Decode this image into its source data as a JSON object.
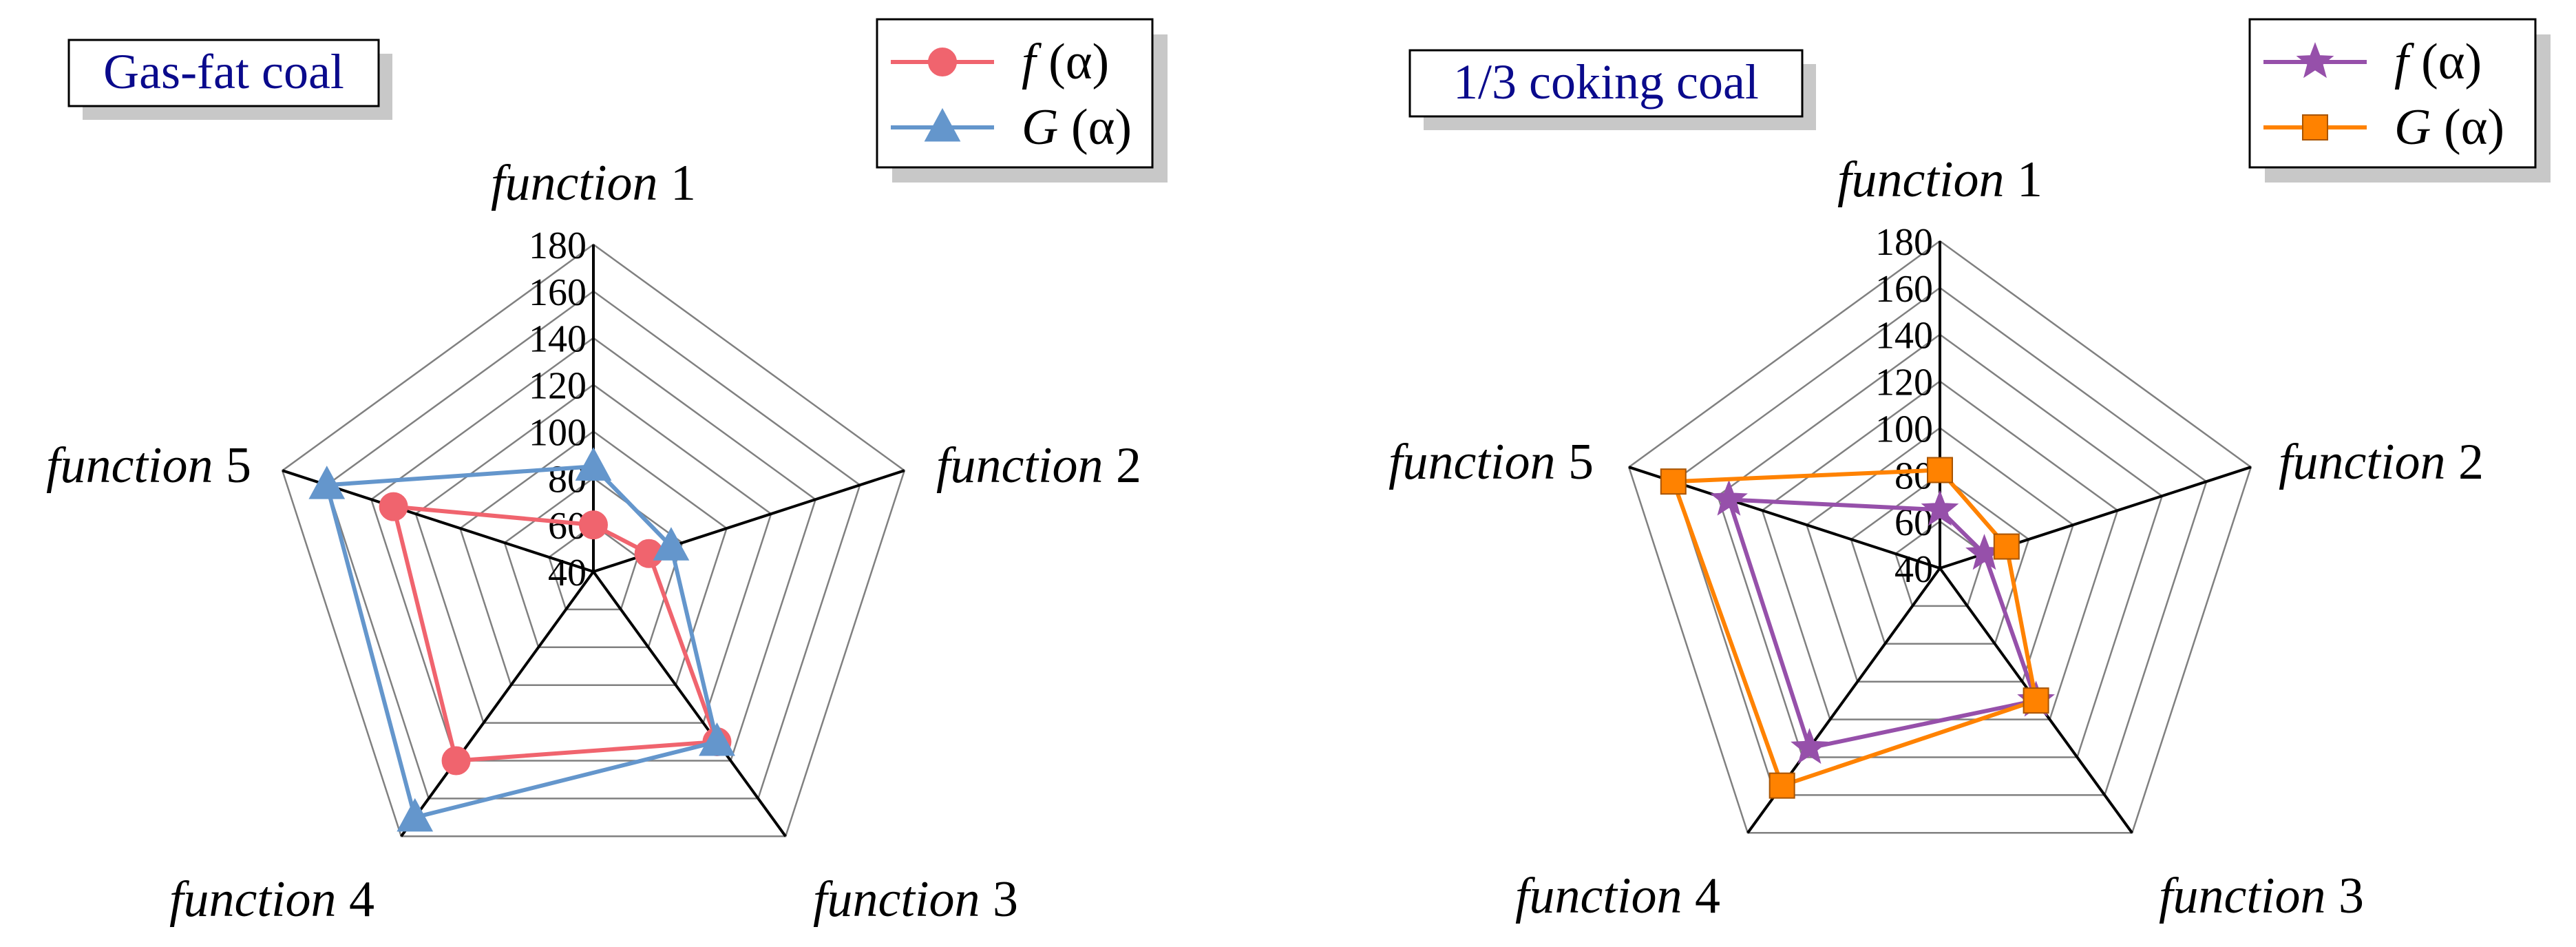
{
  "chart_data": [
    {
      "type": "radar",
      "title": "Gas-fat coal",
      "axes": [
        "function 1",
        "function 2",
        "function 3",
        "function 4",
        "function 5"
      ],
      "axis_word": "function",
      "axis_numbers": [
        "1",
        "2",
        "3",
        "4",
        "5"
      ],
      "rlim": [
        40,
        180
      ],
      "ticks": [
        40,
        60,
        80,
        100,
        120,
        140,
        160,
        180
      ],
      "grid": true,
      "legend_position": "top-right",
      "series": [
        {
          "name": "f (α)",
          "name_fn": "f",
          "name_arg": "(α)",
          "color": "#f0646e",
          "marker": "circle",
          "values": [
            60,
            65,
            130,
            140,
            130
          ]
        },
        {
          "name": "G (α)",
          "name_fn": "G",
          "name_arg": "(α)",
          "color": "#6496cc",
          "marker": "triangle",
          "values": [
            85,
            75,
            130,
            170,
            160
          ]
        }
      ]
    },
    {
      "type": "radar",
      "title": "1/3 coking coal",
      "axes": [
        "function 1",
        "function 2",
        "function 3",
        "function 4",
        "function 5"
      ],
      "axis_word": "function",
      "axis_numbers": [
        "1",
        "2",
        "3",
        "4",
        "5"
      ],
      "rlim": [
        40,
        180
      ],
      "ticks": [
        40,
        60,
        80,
        100,
        120,
        140,
        160,
        180
      ],
      "grid": true,
      "legend_position": "top-right",
      "series": [
        {
          "name": "f (α)",
          "name_fn": "f",
          "name_arg": "(α)",
          "color": "#9650aa",
          "marker": "star",
          "values": [
            65,
            60,
            110,
            135,
            135
          ]
        },
        {
          "name": "G (α)",
          "name_fn": "G",
          "name_arg": "(α)",
          "color": "#ff8200",
          "marker": "square",
          "values": [
            82,
            70,
            110,
            155,
            160
          ]
        }
      ]
    }
  ]
}
